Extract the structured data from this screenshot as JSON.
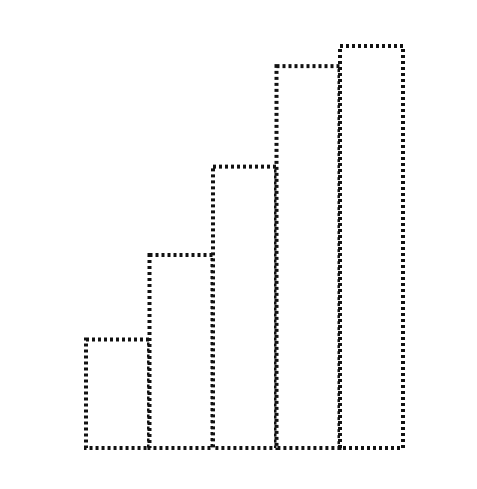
{
  "graphic": {
    "icon": "dotted-bar-chart-icon",
    "stroke_color": "#111111",
    "background_color": "#ffffff",
    "line_style": "dotted",
    "bar_levels": [
      0.27,
      0.48,
      0.7,
      0.95,
      1.0
    ]
  }
}
